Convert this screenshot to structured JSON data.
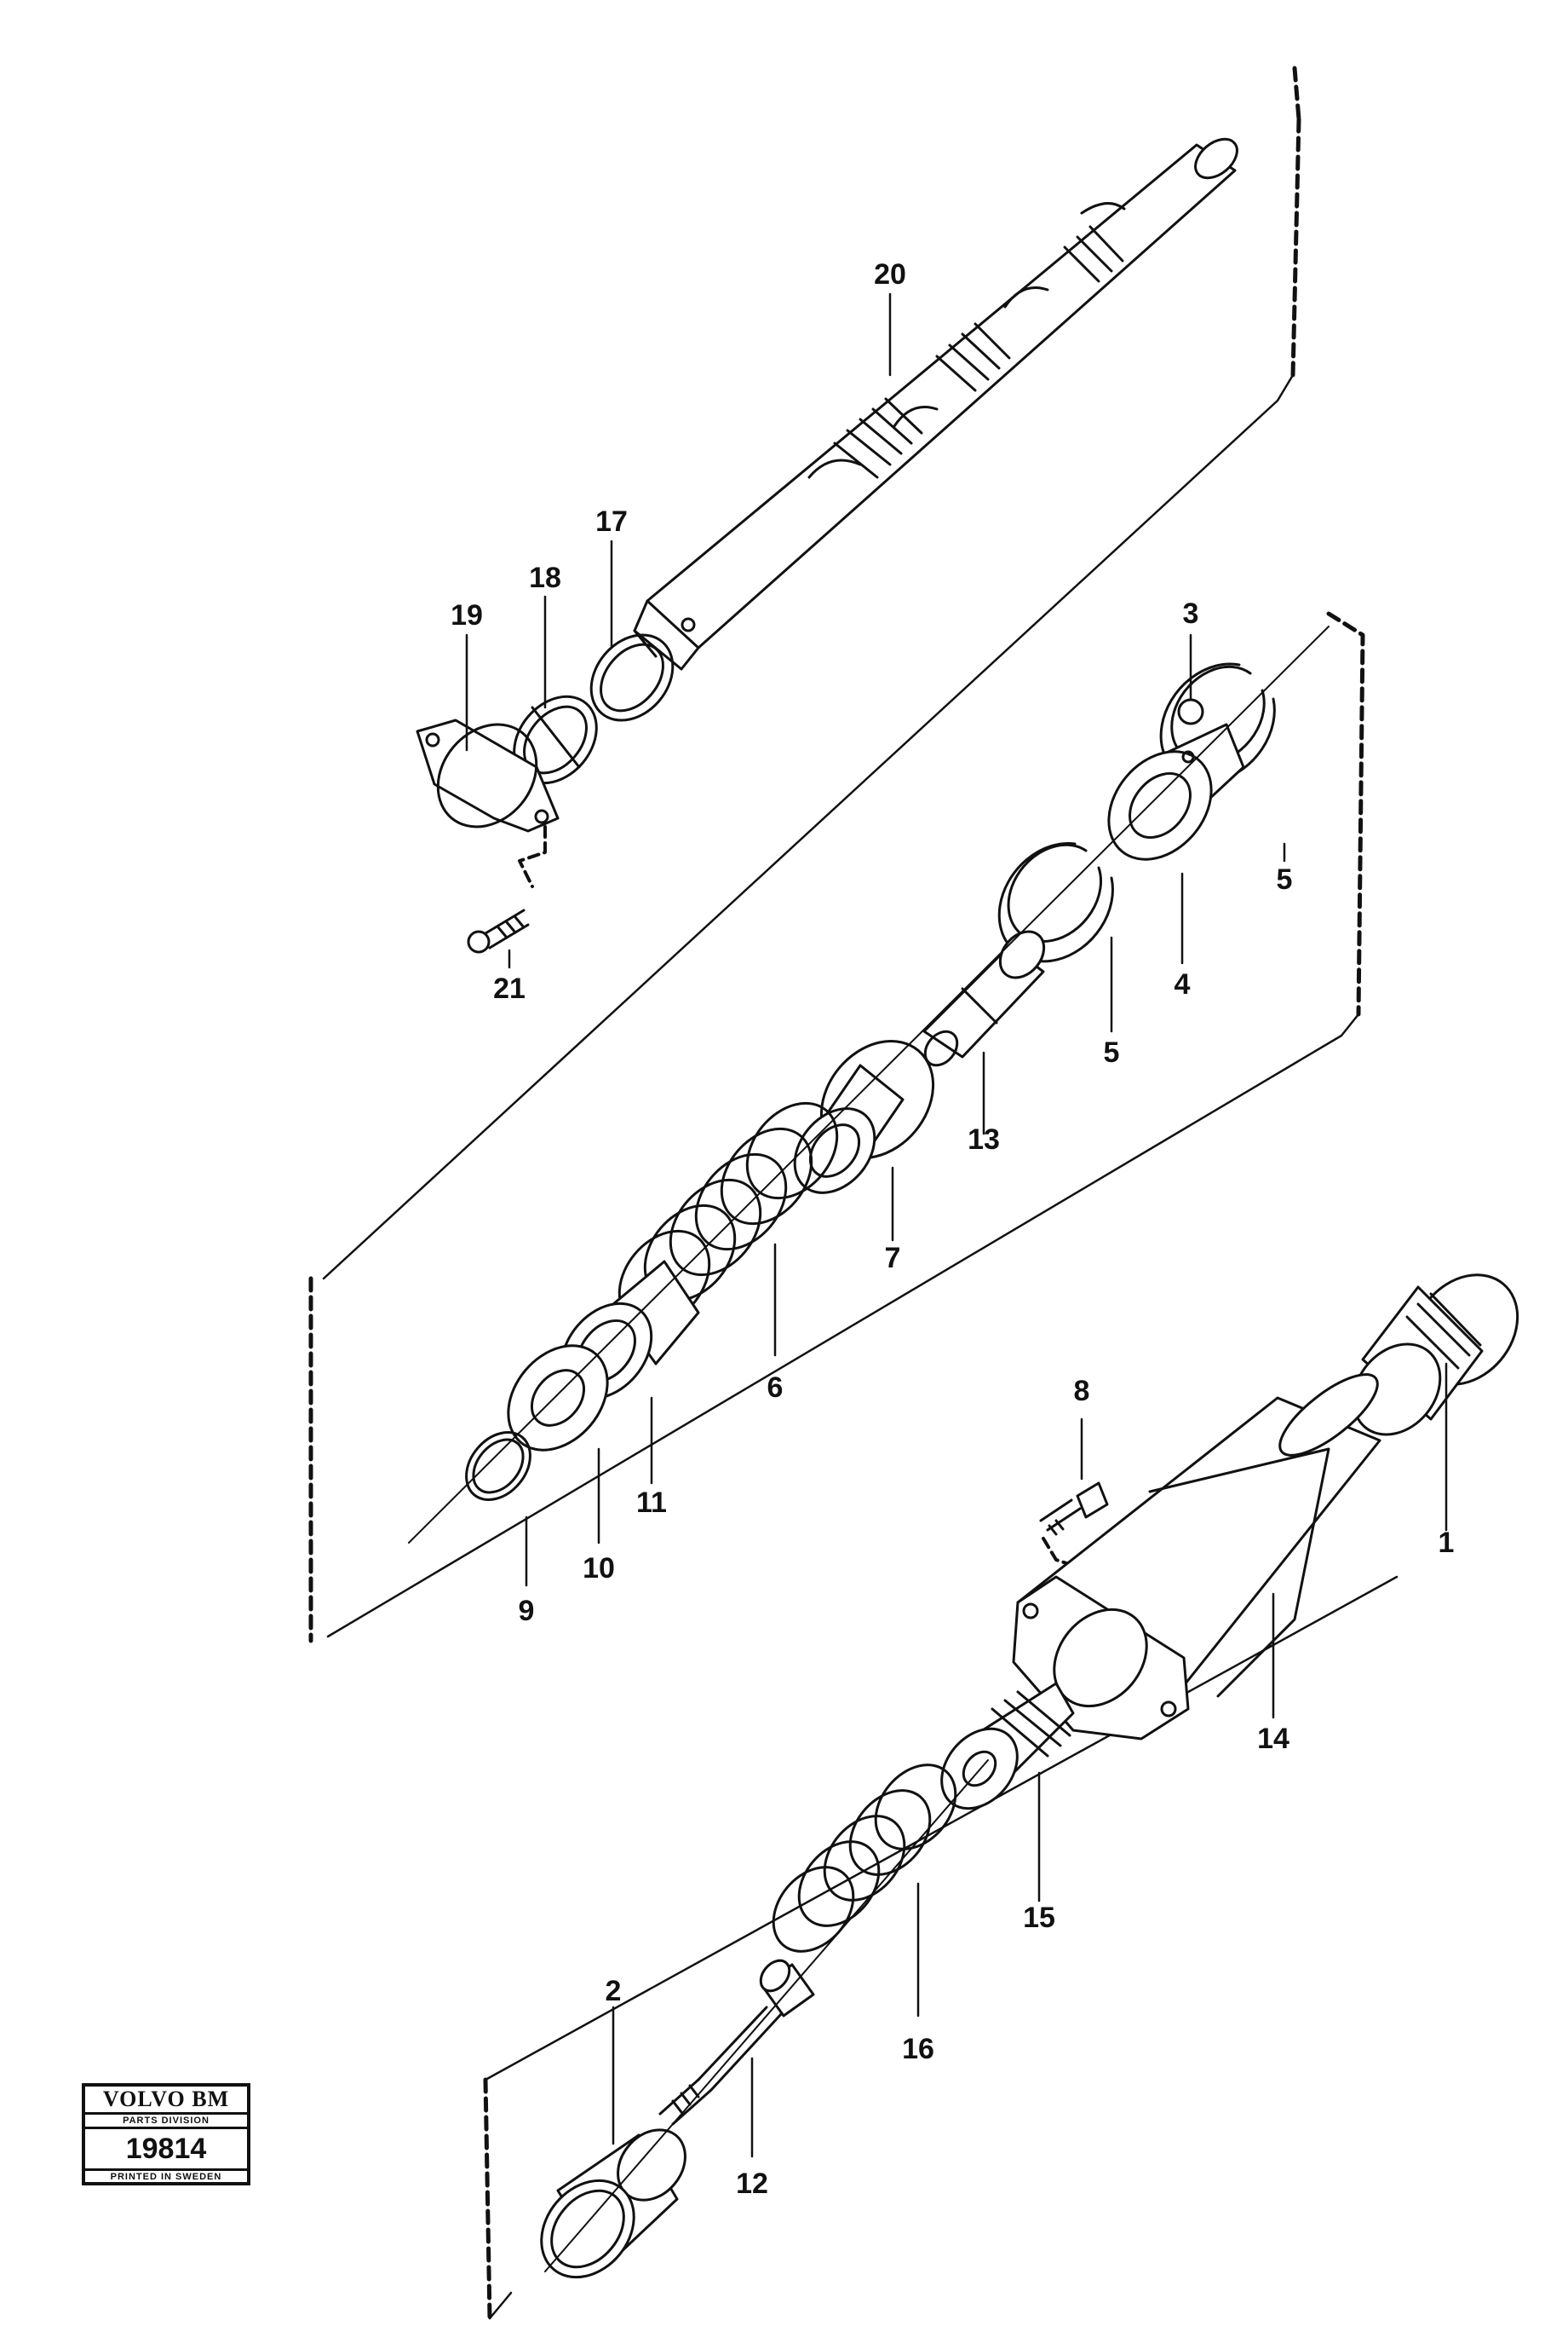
{
  "callouts": {
    "c1": "1",
    "c2": "2",
    "c3": "3",
    "c4": "4",
    "c5a": "5",
    "c5b": "5",
    "c6": "6",
    "c7": "7",
    "c8": "8",
    "c9": "9",
    "c10": "10",
    "c11": "11",
    "c12": "12",
    "c13": "13",
    "c14": "14",
    "c15": "15",
    "c16": "16",
    "c17": "17",
    "c18": "18",
    "c19": "19",
    "c20": "20",
    "c21": "21"
  },
  "stamp": {
    "brand": "VOLVO BM",
    "division": "PARTS DIVISION",
    "code": "19814",
    "printed": "PRINTED IN SWEDEN"
  },
  "colors": {
    "ink": "#111111",
    "paper": "#ffffff"
  }
}
